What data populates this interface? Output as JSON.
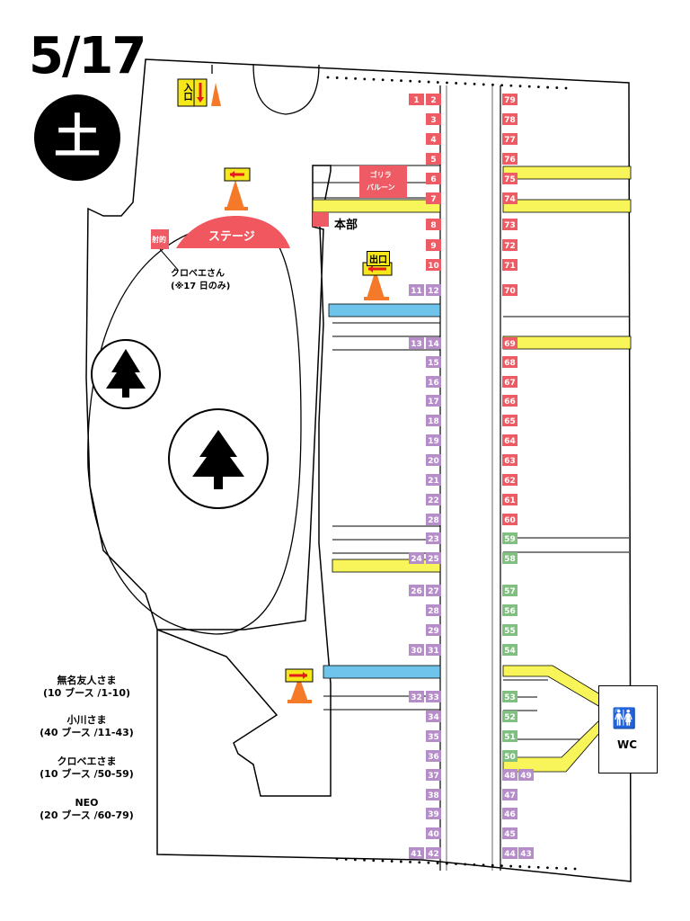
{
  "header": {
    "date": "5/17",
    "day": "土"
  },
  "map": {
    "entrance_label": "入口",
    "exit_label": "出口",
    "stage_label": "ステージ",
    "shooting_label": "射的",
    "gorilla_balloon_label": "ゴリラ\nバルーン",
    "hq_label": "本部",
    "kurobee_note": "クロベエさん\n(※17 日のみ)",
    "wc_label": "WC"
  },
  "booths": {
    "inner_left": [
      "1",
      "11",
      "13",
      "24",
      "26",
      "30",
      "32",
      "41"
    ],
    "inner_left_colors": [
      "red",
      "purple",
      "purple",
      "purple",
      "purple",
      "purple",
      "purple",
      "purple"
    ],
    "column_a": [
      "2",
      "3",
      "4",
      "5",
      "6",
      "7",
      "8",
      "9",
      "10",
      "12",
      "14",
      "15",
      "16",
      "17",
      "18",
      "19",
      "20",
      "21",
      "22",
      "28",
      "23",
      "25",
      "27",
      "28",
      "29",
      "31",
      "33",
      "34",
      "35",
      "36",
      "37",
      "38",
      "39",
      "40",
      "42"
    ],
    "column_b": [
      "79",
      "78",
      "77",
      "76",
      "75",
      "74",
      "73",
      "72",
      "71",
      "70",
      "69",
      "68",
      "67",
      "66",
      "65",
      "64",
      "63",
      "62",
      "61",
      "60",
      "59",
      "58",
      "57",
      "56",
      "55",
      "54",
      "53",
      "52",
      "51",
      "50",
      "48",
      "47",
      "46",
      "45",
      "44"
    ],
    "extra_right": [
      "49",
      "43"
    ]
  },
  "legend": [
    {
      "name": "無名友人さま",
      "detail": "(10 ブース /1-10)"
    },
    {
      "name": "小川さま",
      "detail": "(40 ブース /11-43)"
    },
    {
      "name": "クロベエさま",
      "detail": "(10 ブース /50-59)"
    },
    {
      "name": "NEO",
      "detail": "(20 ブース /60-79)"
    }
  ],
  "colors": {
    "red": "#ef5b65",
    "purple": "#b58dc9",
    "green": "#7fbf7f",
    "yellow": "#f7f55a",
    "blue": "#6ec4ea",
    "stage": "#f0575f",
    "cone": "#f47a2a"
  },
  "icons": [
    "tree-icon",
    "tree-icon",
    "traffic-cone-icon",
    "arrow-icon",
    "restroom-icon"
  ]
}
